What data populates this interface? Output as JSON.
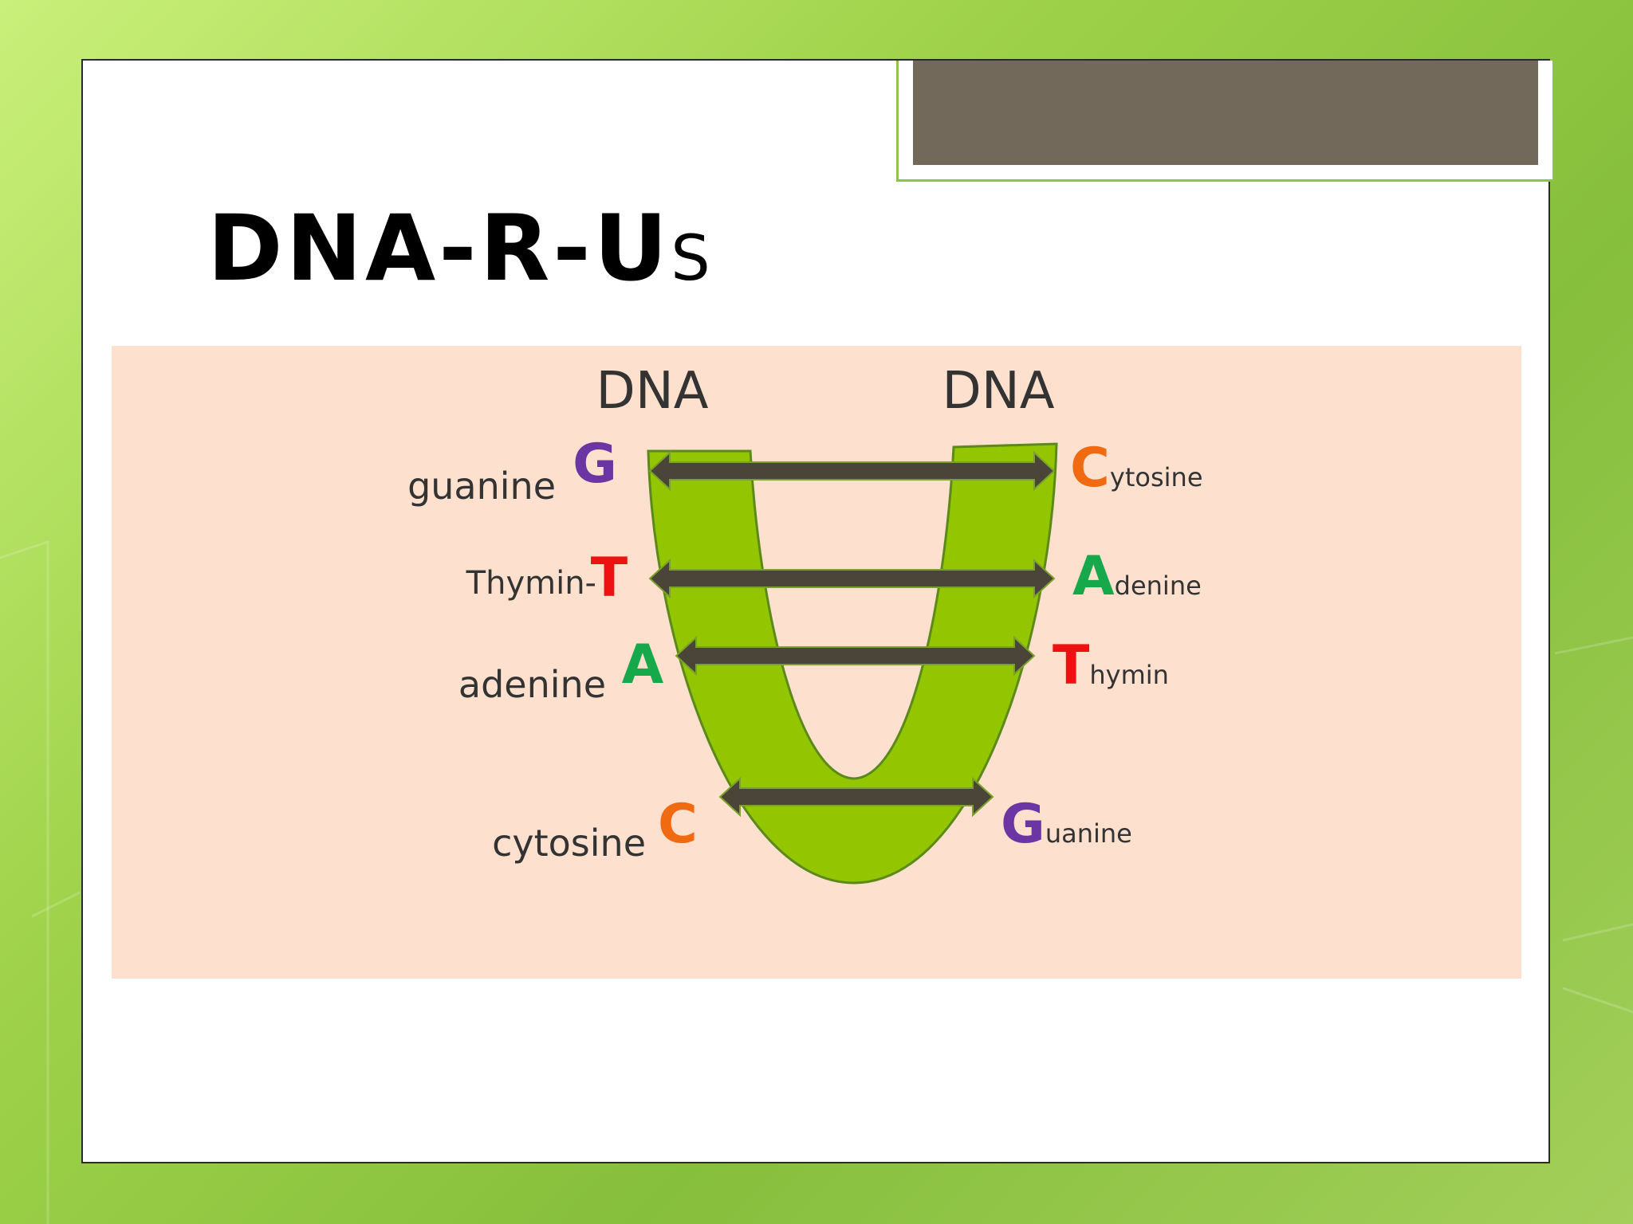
{
  "slide": {
    "title_main": "DNA-R-U",
    "title_small": "S"
  },
  "diagram": {
    "strand_labels": [
      "DNA",
      "DNA"
    ],
    "left_pairs": [
      {
        "name": "guanine",
        "letter": "G",
        "color": "#6b35a3"
      },
      {
        "name": "Thymin-",
        "letter": "T",
        "color": "#ee1111"
      },
      {
        "name": "adenine",
        "letter": "A",
        "color": "#18a84c"
      },
      {
        "name": "cytosine",
        "letter": "C",
        "color": "#f06a12"
      }
    ],
    "right_pairs": [
      {
        "letter": "C",
        "rest": "ytosine",
        "color": "#f06a12"
      },
      {
        "letter": "A",
        "rest": "denine",
        "color": "#18a84c"
      },
      {
        "letter": "T",
        "rest": "hymin",
        "color": "#ee1111"
      },
      {
        "letter": "G",
        "rest": "uanine",
        "color": "#6b35a3"
      }
    ],
    "colors": {
      "strand_fill": "#94c600",
      "strand_stroke": "#5c8a1a",
      "arrow_fill": "#4a4538",
      "panel_bg": "#fde0cd",
      "text": "#333333"
    }
  }
}
